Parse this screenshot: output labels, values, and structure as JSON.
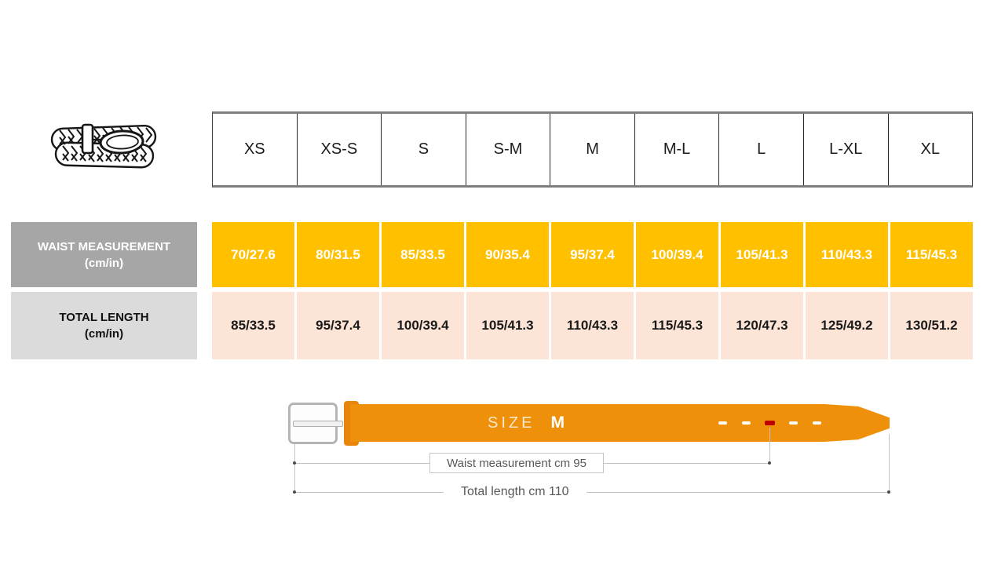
{
  "size_chart": {
    "sizes": [
      "XS",
      "XS-S",
      "S",
      "S-M",
      "M",
      "M-L",
      "L",
      "L-XL",
      "XL"
    ],
    "waist_row": {
      "label": "WAIST MEASUREMENT",
      "unit": "(cm/in)",
      "values": [
        "70/27.6",
        "80/31.5",
        "85/33.5",
        "90/35.4",
        "95/37.4",
        "100/39.4",
        "105/41.3",
        "110/43.3",
        "115/45.3"
      ]
    },
    "length_row": {
      "label": "TOTAL LENGTH",
      "unit": "(cm/in)",
      "values": [
        "85/33.5",
        "95/37.4",
        "100/39.4",
        "105/41.3",
        "110/43.3",
        "115/45.3",
        "120/47.3",
        "125/49.2",
        "130/51.2"
      ]
    }
  },
  "diagram": {
    "size_word": "SIZE",
    "size_value": "M",
    "waist_caption": "Waist measurement cm 95",
    "total_caption": "Total length cm 110"
  },
  "icons": {
    "belt_icon": "braided-belt-illustration"
  },
  "colors": {
    "waist_row_bg": "#FFC000",
    "length_row_bg": "#FCE4D6",
    "waist_label_bg": "#A6A6A6",
    "length_label_bg": "#DBDBDB",
    "belt_strap": "#EE9009",
    "belt_keeper": "#E8860B",
    "center_hole": "#C00000",
    "header_border": "#7f7f7f"
  }
}
